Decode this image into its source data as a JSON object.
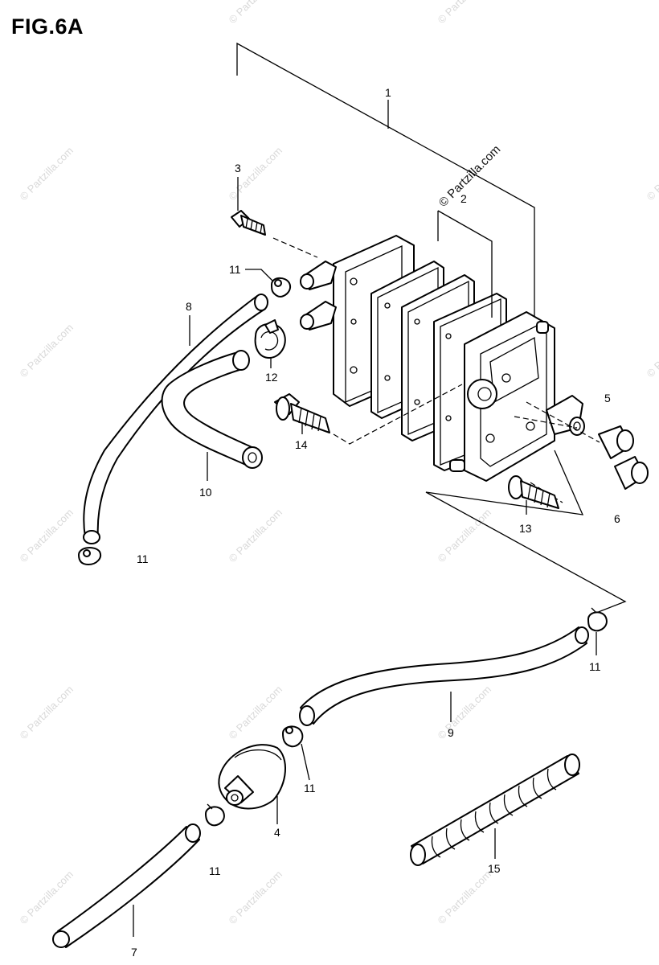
{
  "title": "FIG.6A",
  "watermark": "© Partzilla.com",
  "callouts": [
    "1",
    "2",
    "3",
    "4",
    "5",
    "6",
    "7",
    "8",
    "9",
    "10",
    "11",
    "12",
    "13",
    "14",
    "15"
  ],
  "colors": {
    "ink": "#000000",
    "watermark": "#d9d9d9",
    "background": "#ffffff"
  }
}
